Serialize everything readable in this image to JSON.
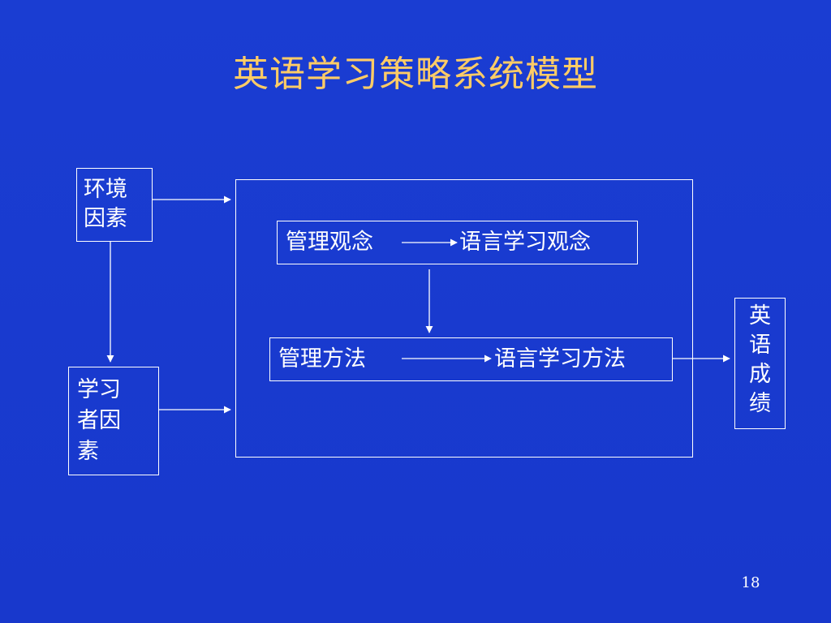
{
  "slide": {
    "title": "英语学习策略系统模型",
    "page_number": "18"
  },
  "diagram": {
    "env_factors": {
      "line1": "环境",
      "line2": "因素"
    },
    "learner_factors": {
      "line1": "学习",
      "line2": "者因",
      "line3": "素"
    },
    "concept_row": {
      "left": "管理观念",
      "right": "语言学习观念"
    },
    "method_row": {
      "left": "管理方法",
      "right": "语言学习方法"
    },
    "outcome": {
      "chars": [
        "英",
        "语",
        "成",
        "绩"
      ]
    }
  },
  "colors": {
    "background": "#1a3ad0",
    "title": "#ffcc66",
    "text": "#ffffff",
    "lines": "#ffffff"
  }
}
